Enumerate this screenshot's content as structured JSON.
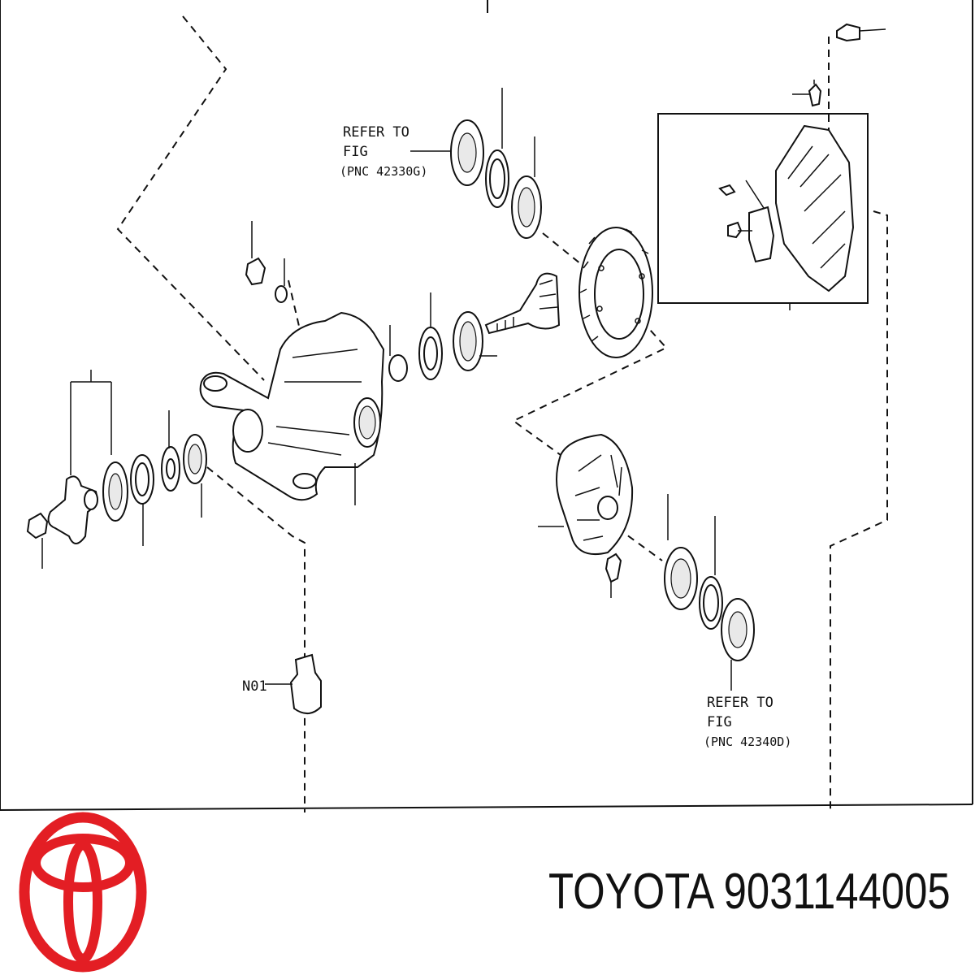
{
  "diagram": {
    "refer_top": {
      "line1": "REFER TO",
      "line2": "FIG",
      "line3": "(PNC 42330G)"
    },
    "refer_bottom": {
      "line1": "REFER TO",
      "line2": "FIG",
      "line3": "(PNC 42340D)"
    },
    "part_code": "N01"
  },
  "brand": {
    "logo": "toyota-emblem-icon",
    "logo_color": "#e31e24"
  },
  "caption": {
    "text": "TOYOTA 9031144005"
  }
}
